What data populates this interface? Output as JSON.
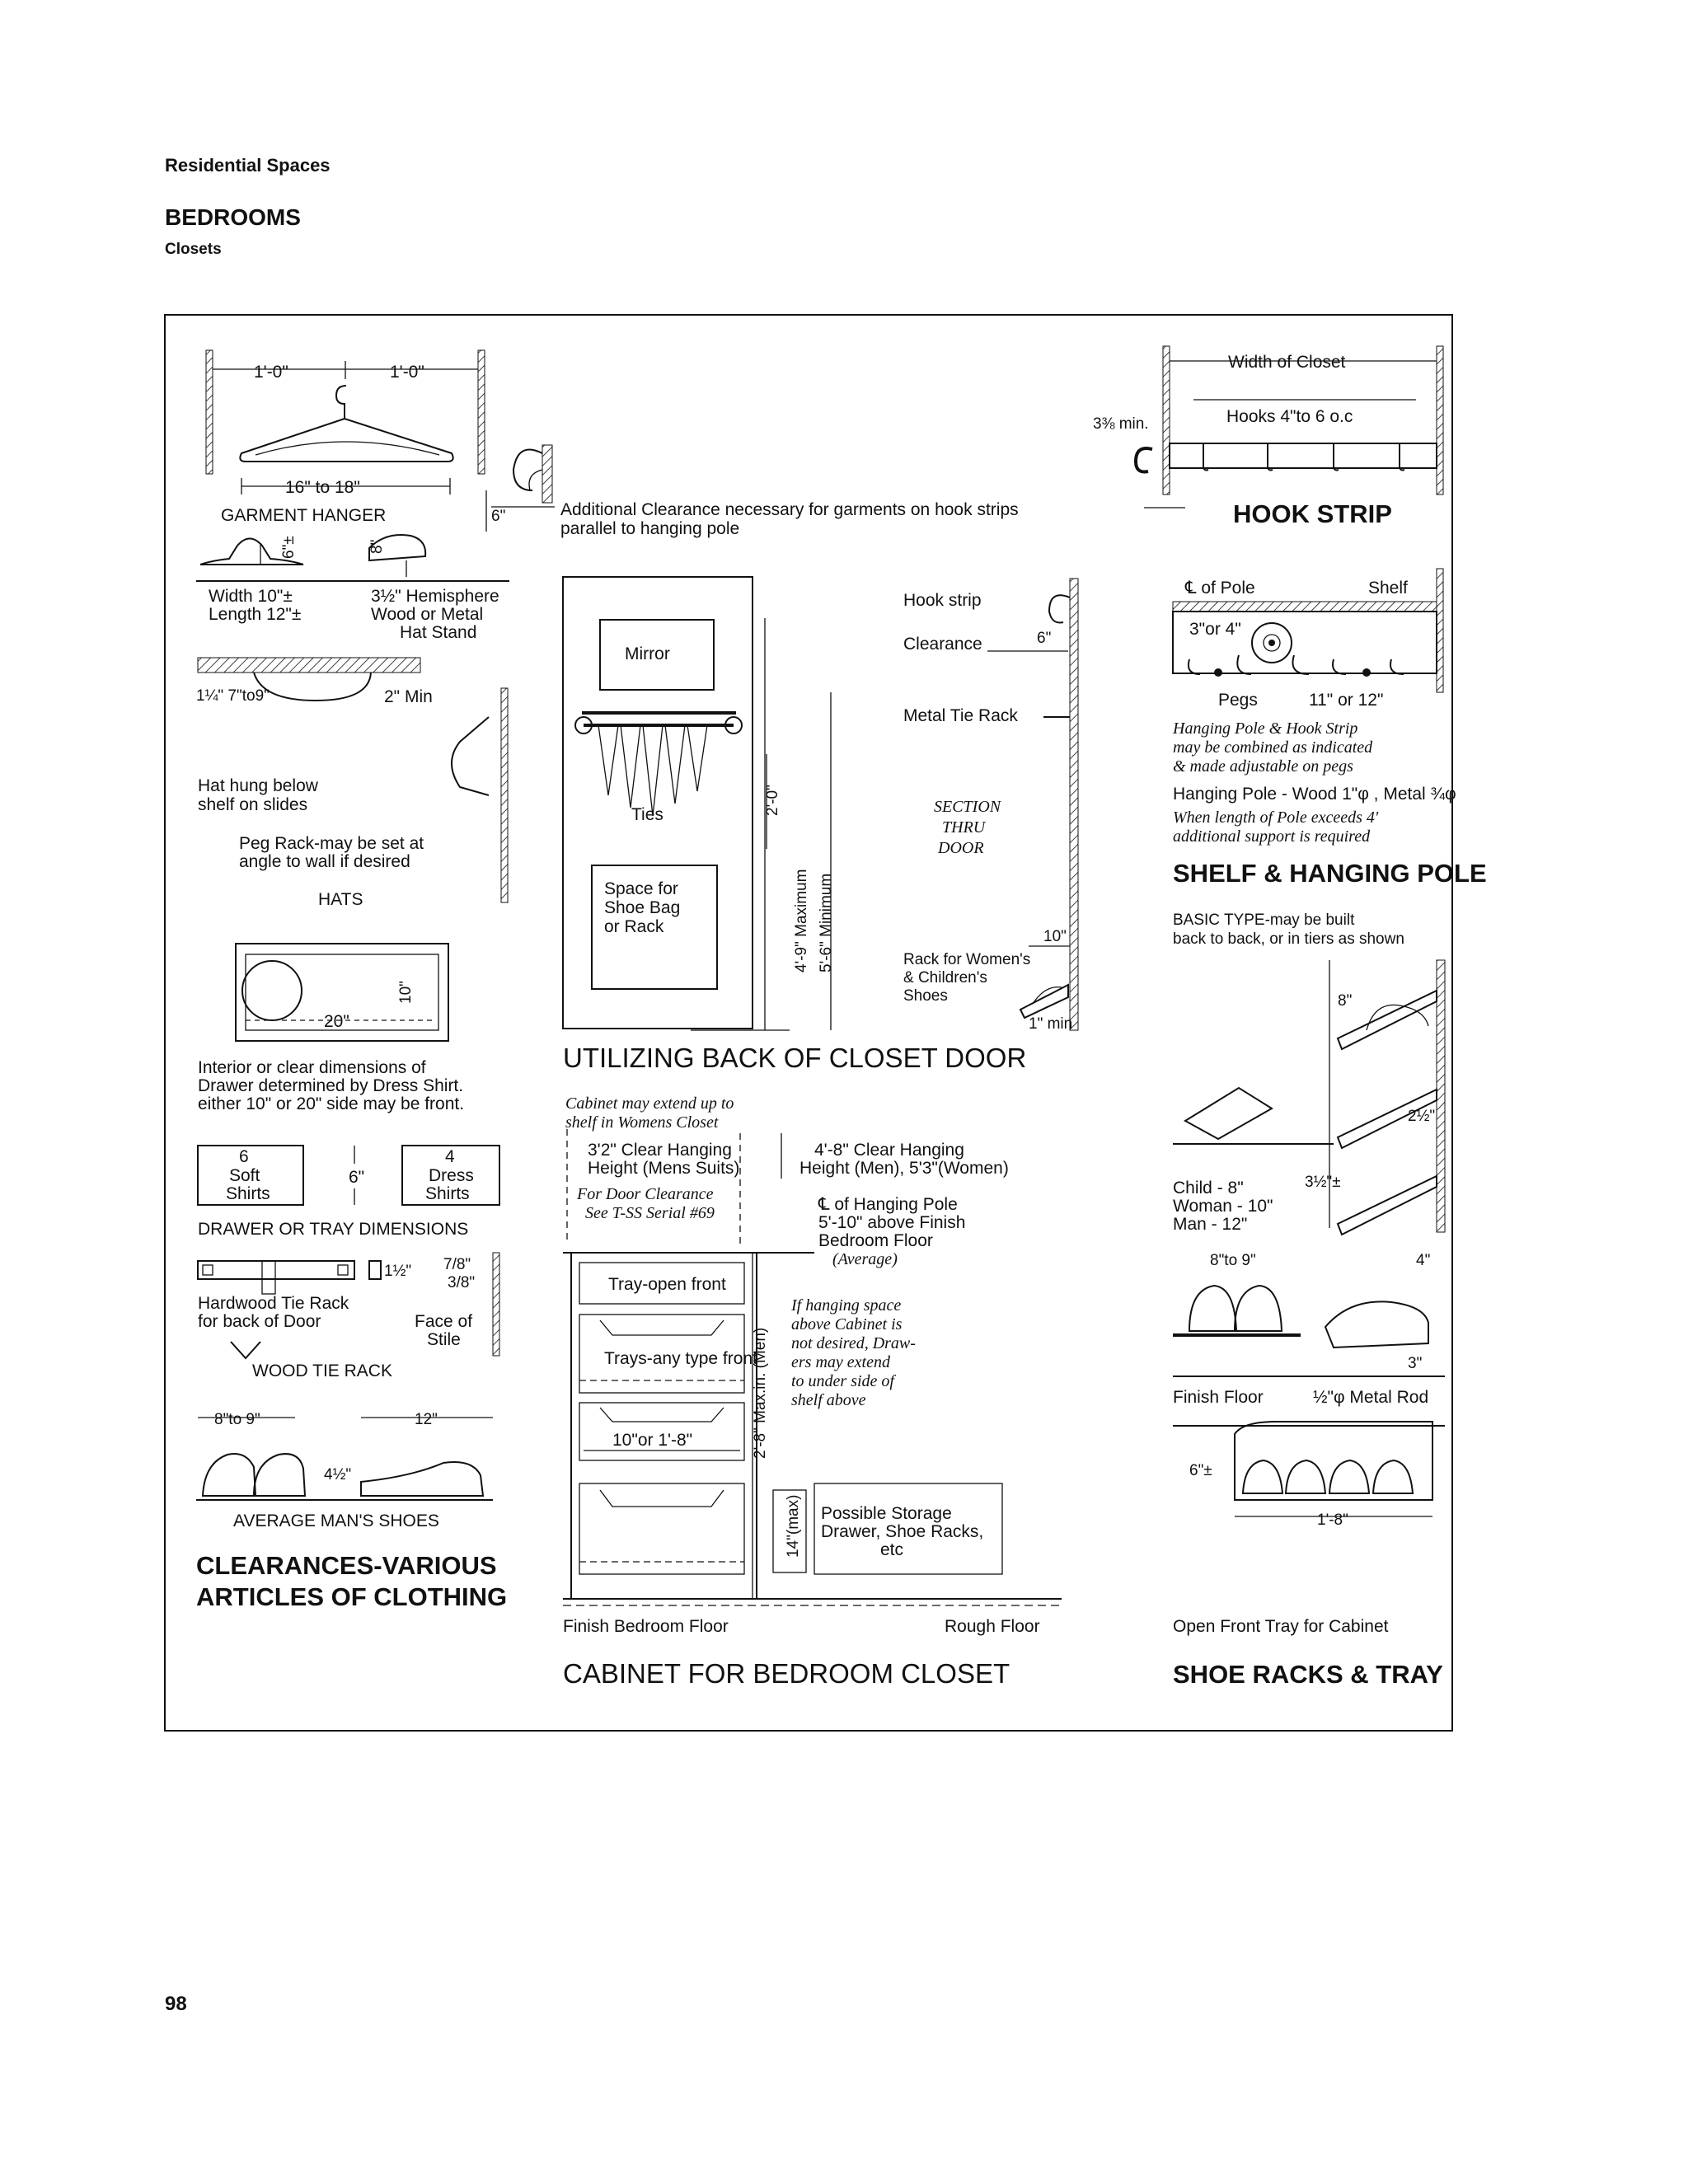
{
  "header": {
    "section": "Residential Spaces",
    "title": "BEDROOMS",
    "subtitle": "Closets"
  },
  "page_number": "98",
  "panels": {
    "clothing": {
      "dim_1ft_a": "1'-0\"",
      "dim_1ft_b": "1'-0\"",
      "hanger_width": "16\" to 18\"",
      "garment_hanger": "GARMENT HANGER",
      "dim_6": "6\"",
      "hat_dim_a": "6\"±",
      "hat_dim_b": "8\"",
      "width_10": "Width 10\"±",
      "length_12": "Length 12\"±",
      "hemisphere": "3½\" Hemisphere",
      "wood_metal": "Wood or Metal",
      "hat_stand": "Hat Stand",
      "slide_dims": "1¼\" 7\"to9\"",
      "two_min": "2\" Min",
      "hat_hung_1": "Hat hung below",
      "hat_hung_2": "shelf on slides",
      "peg_rack_1": "Peg Rack-may be set at",
      "peg_rack_2": "angle to wall if desired",
      "hats": "HATS",
      "dim_10": "10\"",
      "dim_20": "20\"",
      "interior_1": "Interior or clear dimensions of",
      "interior_2": "Drawer determined by Dress Shirt.",
      "interior_3": "either 10\" or 20\" side may be front.",
      "soft_n": "6",
      "soft_1": "Soft",
      "soft_2": "Shirts",
      "drawer_6": "6\"",
      "dress_n": "4",
      "dress_1": "Dress",
      "dress_2": "Shirts",
      "drawer_dims": "DRAWER OR TRAY DIMENSIONS",
      "tie_1half": "1½\"",
      "tie_dim_a": "7/8\"",
      "tie_dim_b": "3/8\"",
      "hardwood_1": "Hardwood Tie Rack",
      "hardwood_2": "for back of Door",
      "face_1": "Face of",
      "face_2": "Stile",
      "wood_tie_rack": "WOOD TIE RACK",
      "shoe_8to9": "8\"to 9\"",
      "shoe_12": "12\"",
      "shoe_4half": "4½\"",
      "avg_shoes": "AVERAGE MAN'S SHOES",
      "cap_1": "CLEARANCES-VARIOUS",
      "cap_2": "ARTICLES OF CLOTHING"
    },
    "back_door": {
      "hook_note_dim": "6\"",
      "add_clear_1": "Additional Clearance necessary for garments on hook strips",
      "add_clear_2": "parallel to hanging pole",
      "mirror": "Mirror",
      "ties": "Ties",
      "space_1": "Space for",
      "space_2": "Shoe Bag",
      "space_3": "or Rack",
      "dim_2ft": "2'-0\"",
      "max_49": "4'-9\" Maximum",
      "min_56": "5'-6\" Minimum",
      "hook_strip": "Hook strip",
      "clearance": "Clearance",
      "clear_6": "6\"",
      "metal_tie": "Metal Tie Rack",
      "section_1": "SECTION",
      "section_2": "THRU",
      "section_3": "DOOR",
      "dim_10b": "10\"",
      "rack_w_1": "Rack for Women's",
      "rack_w_2": "& Children's",
      "rack_w_3": "Shoes",
      "dim_min": "1\" min",
      "caption": "UTILIZING BACK OF CLOSET DOOR"
    },
    "cabinet": {
      "cab_1": "Cabinet may extend up to",
      "cab_2": "shelf in Womens Closet",
      "clear_32a": "3'2\" Clear Hanging",
      "clear_32b": "Height (Mens Suits)",
      "door_1": "For Door Clearance",
      "door_2": "See T-SS Serial #69",
      "clear_48a": "4'-8\" Clear Hanging",
      "clear_48b": "Height (Men), 5'3\"(Women)",
      "pole_1": "℄ of Hanging Pole",
      "pole_2": "5'-10\" above Finish",
      "pole_3": "Bedroom Floor",
      "pole_4": "(Average)",
      "tray_open": "Tray-open front",
      "trays_any": "Trays-any type front",
      "ten_or": "10\"or 1'-8\"",
      "max_28": "2'-8\" Max.in. (Men)",
      "note_1": "If hanging space",
      "note_2": "above Cabinet is",
      "note_3": "not desired, Draw-",
      "note_4": "ers may extend",
      "note_5": "to under side of",
      "note_6": "shelf above",
      "max_14": "14\"(max)",
      "storage_1": "Possible Storage",
      "storage_2": "Drawer, Shoe Racks,",
      "storage_3": "etc",
      "finish_floor": "Finish Bedroom Floor",
      "rough_floor": "Rough Floor",
      "caption": "CABINET FOR BEDROOM CLOSET"
    },
    "hook_strip": {
      "min_38": "3⅜ min.",
      "width_closet": "Width of Closet",
      "hooks": "Hooks 4\"to 6 o.c",
      "caption": "HOOK STRIP"
    },
    "shelf_pole": {
      "cl_pole": "℄ of Pole",
      "shelf": "Shelf",
      "dim_3or4": "3\"or 4\"",
      "pegs": "Pegs",
      "dim_11": "11\" or 12\"",
      "note_1": "Hanging Pole & Hook Strip",
      "note_2": "may be combined as indicated",
      "note_3": "& made adjustable on pegs",
      "hanging_pole": "Hanging Pole - Wood 1\"φ , Metal ¾φ",
      "note_4": "When length of Pole exceeds 4'",
      "note_5": "additional support is required",
      "caption": "SHELF & HANGING POLE"
    },
    "shoe_racks": {
      "basic_1": "BASIC TYPE-may be built",
      "basic_2": "back to back, or in tiers as shown",
      "dim_8": "8\"",
      "dim_2half": "2½\"",
      "dim_3half": "3½\"±",
      "child": "Child - 8\"",
      "woman": "Woman - 10\"",
      "man": "Man - 12\"",
      "dim_8to9": "8\"to 9\"",
      "dim_4": "4\"",
      "dim_3": "3\"",
      "finish_floor": "Finish Floor",
      "metal_rod": "½\"φ Metal Rod",
      "dim_6pm": "6\"±",
      "dim_18": "1'-8\"",
      "open_tray": "Open Front Tray for Cabinet",
      "caption": "SHOE RACKS & TRAY"
    }
  }
}
